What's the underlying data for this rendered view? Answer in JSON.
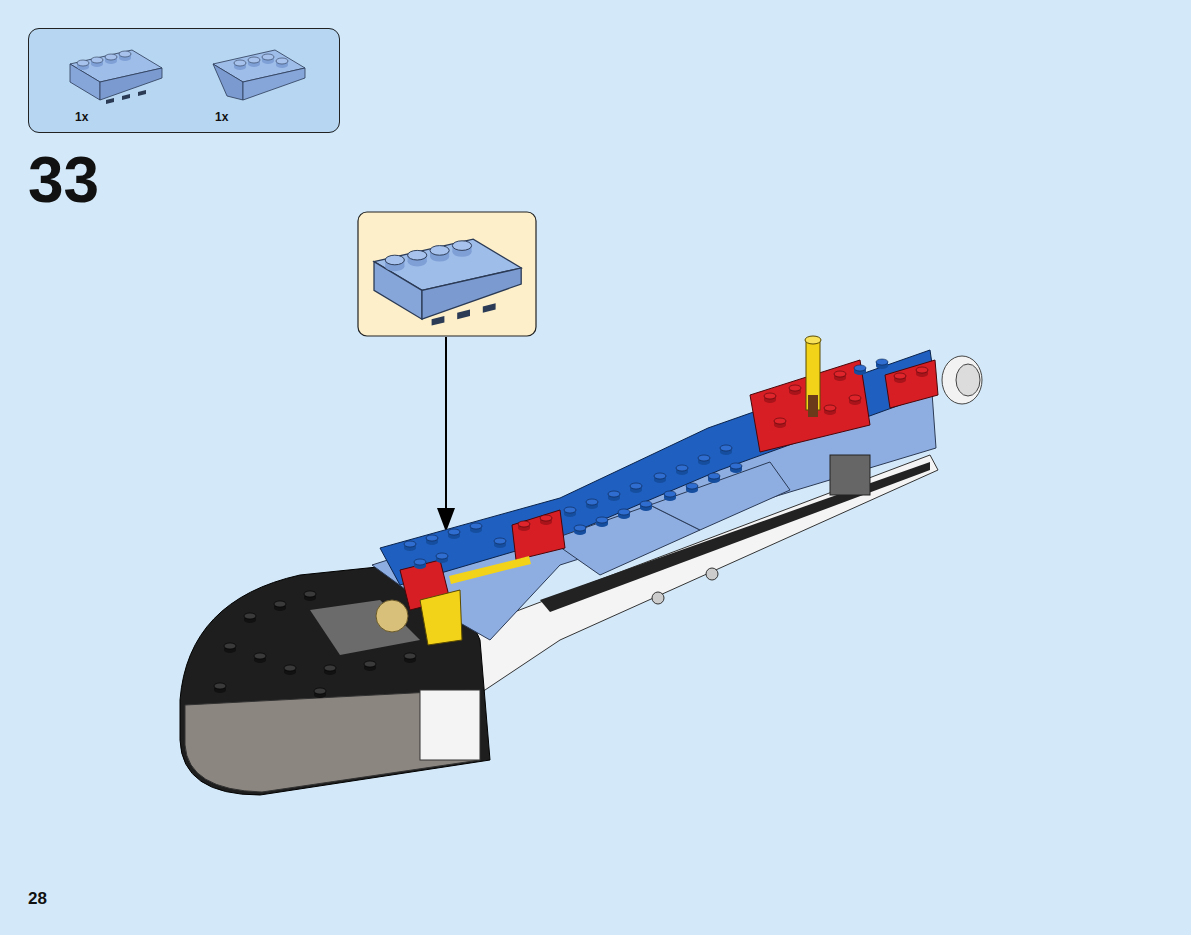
{
  "diagram": {
    "nodes": [
      {
        "text": [
          "1x",
          "1x"
        ]
      }
    ],
    "edges": [],
    "labels": [
      "33",
      "28"
    ]
  }
}
